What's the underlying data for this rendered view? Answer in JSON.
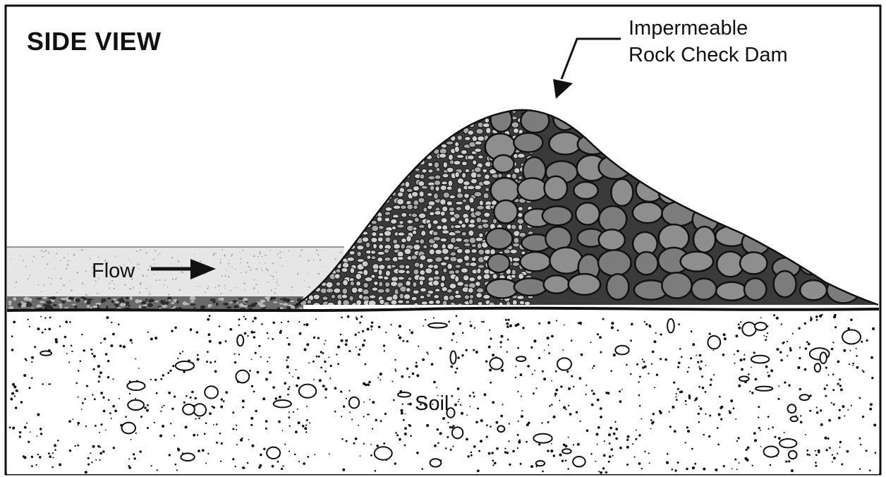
{
  "diagram": {
    "title": "SIDE VIEW",
    "dam_label_line1": "Impermeable",
    "dam_label_line2": "Rock Check Dam",
    "flow_label": "Flow",
    "soil_label": "Soil"
  },
  "colors": {
    "outline": "#111111",
    "water": "#e6e6e6",
    "rock_small": "#cfcfcf",
    "rock_large": "#8e8e8e",
    "ground_strip": "#5a5a5a",
    "soil_background": "#ffffff"
  }
}
